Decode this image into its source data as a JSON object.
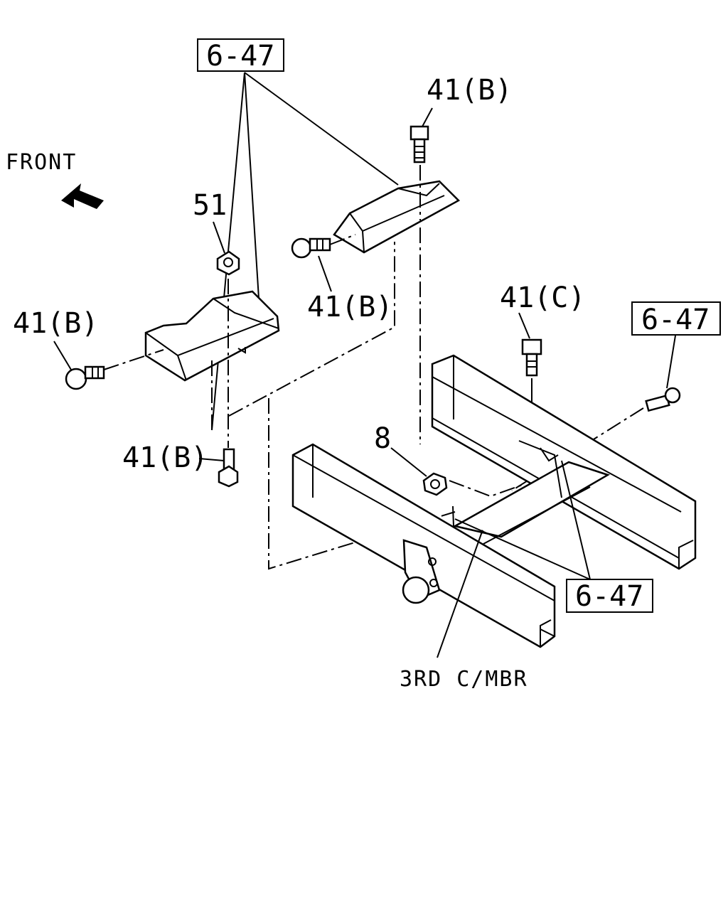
{
  "orientation": {
    "front_label": "FRONT",
    "arrow_icon": "front-arrow-icon"
  },
  "refs": {
    "ref_top": "6-47",
    "ref_right": "6-47",
    "ref_bottom": "6-47"
  },
  "parts": {
    "bolt_41b_top": "41(B)",
    "bolt_41b_mid": "41(B)",
    "bolt_41b_left": "41(B)",
    "bolt_41b_bottom": "41(B)",
    "bolt_41c": "41(C)",
    "nut_51": "51",
    "nut_8": "8"
  },
  "member_label": "3RD C/MBR"
}
